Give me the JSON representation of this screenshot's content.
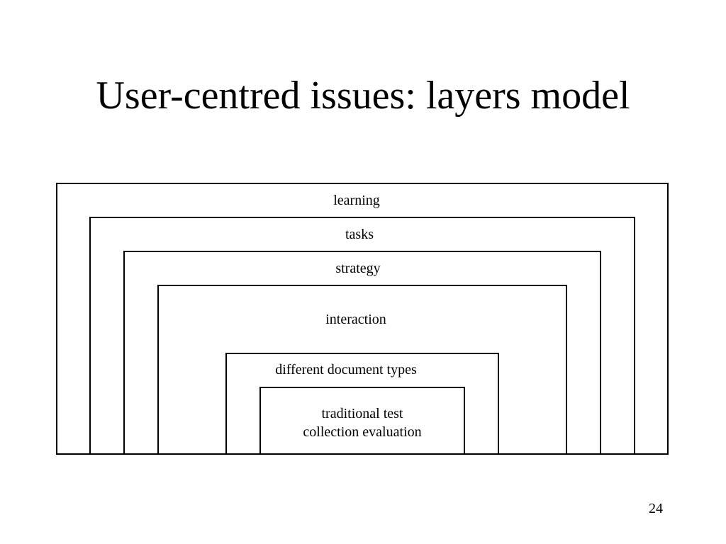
{
  "slide": {
    "title": "User-centred issues: layers model",
    "page_number": "24"
  },
  "diagram": {
    "layers": [
      {
        "label": "learning"
      },
      {
        "label": "tasks"
      },
      {
        "label": "strategy"
      },
      {
        "label": "interaction"
      },
      {
        "label": "different document types"
      },
      {
        "label": "traditional test collection evaluation",
        "lines": [
          "traditional test",
          "collection evaluation"
        ]
      }
    ]
  }
}
